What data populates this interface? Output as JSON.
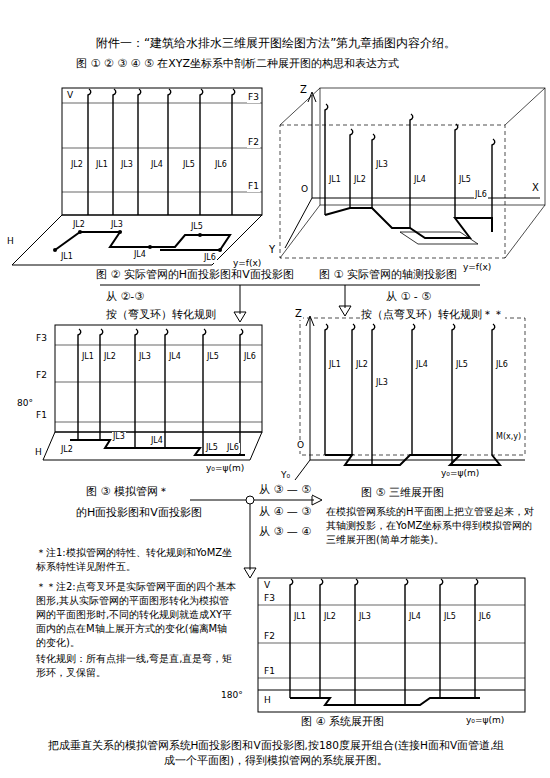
{
  "diagram": {
    "title": "附件一：“建筑给水排水三维展开图绘图方法”第九章插图内容介绍。",
    "labels": [
      "图 ① ② ③ ④ ⑤ 在XYZ坐标系中剖析二种展开图的构思和表达方式",
      "V",
      "F3",
      "F2",
      "F1",
      "JL2",
      "JL1",
      "JL3",
      "JL4",
      "JL5",
      "JL6",
      "JL2",
      "JL3",
      "JL4",
      "JL5",
      "JL6",
      "JL1",
      "H",
      "y=f(x)",
      "图 ② 实际管网的H面投影图和V面投影图",
      "Z",
      "X",
      "Y",
      "O",
      "JL1",
      "JL2",
      "JL3",
      "JL4",
      "JL5",
      "JL6",
      "y=f(x)",
      "图 ① 实际管网的轴测投影图",
      "从 ②-③",
      "按（弯叉环）转化规则",
      "从 ① - ⑤",
      "按（点弯叉环）转化规则＊＊",
      "F3",
      "F2",
      "F1",
      "80°",
      "JL1",
      "JL2",
      "JL3",
      "JL4",
      "JL5",
      "JL6",
      "JL2",
      "JL3",
      "JL4",
      "JL5",
      "JL6",
      "H",
      "y₀=ψ(m)",
      "图 ③ 模拟管网＊",
      "的H面投影图和V面投影图",
      "Z",
      "O",
      "Y₀",
      "JL1",
      "JL2",
      "JL3",
      "JL4",
      "JL5",
      "JL6",
      "M(x,y)",
      "y₀=ψ(m)",
      "图 ⑤ 三维展开图",
      "从 ③ — ⑤",
      "从 ④ — ③",
      "从 ③ — ④",
      "在模拟管网系统的H平面图上把立管竖起来，对其轴测投影，在YoMZ坐标系中得到模拟管网的三维展开图(简单才能美)。",
      "＊注1:模拟管网的特性、转化规则和YoMZ坐标系特性详见附件五。",
      "＊＊注2:点弯叉环是实际管网平面的四个基本图形,其从实际管网的平面图形转化为模拟管网的平面图形时,不同的转化规则就造成XY平面内的点在M轴上展开方式的变化(偏离M轴的变化)。",
      "转化规则：所有点排一线,弯是直,直是弯，矩形环，叉保留。",
      "V",
      "F3",
      "F2",
      "F1",
      "JL1",
      "JL2",
      "JL3",
      "JL4",
      "JL5",
      "JL6",
      "H",
      "180°",
      "y₀=ψ(m)",
      "图 ④ 系统展开图",
      "把成垂直关系的模拟管网系统H面投影图和V面投影图,按180度展开组合(连接H面和V面管道,组成一个平面图)，得到模拟管网的系统展开图。"
    ]
  }
}
